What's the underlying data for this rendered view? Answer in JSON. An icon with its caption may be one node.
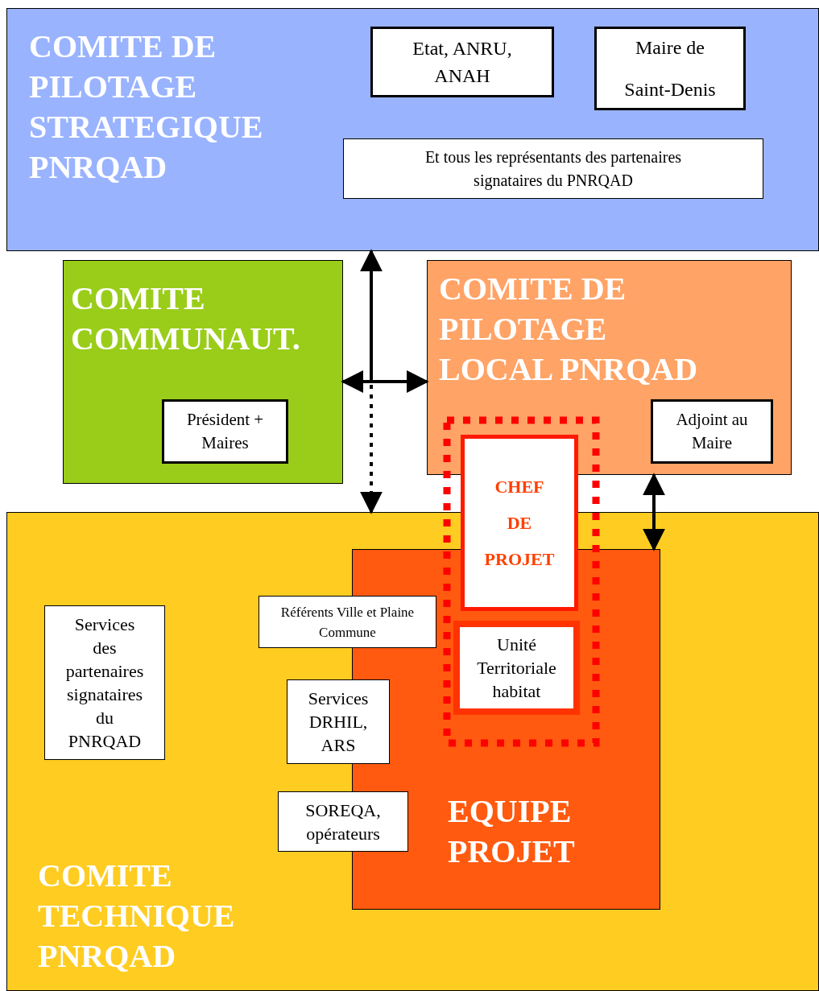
{
  "diagram": {
    "nodes": [
      {
        "text": [
          "COMITE DE PILOTAGE STRATEGIQUE PNRQAD"
        ]
      },
      {
        "text": [
          "Etat, ANRU, ANAH"
        ],
        "in": 0
      },
      {
        "text": [
          "Maire de Saint-Denis"
        ],
        "in": 0
      },
      {
        "text": [
          "Et tous les représentants des partenaires signataires du PNRQAD"
        ],
        "in": 0
      },
      {
        "text": [
          "COMITE COMMUNAUT."
        ]
      },
      {
        "text": [
          "Président + Maires"
        ],
        "in": 4
      },
      {
        "text": [
          "COMITE DE PILOTAGE LOCAL PNRQAD"
        ]
      },
      {
        "text": [
          "Adjoint au Maire"
        ],
        "in": 6
      },
      {
        "text": [
          "COMITE TECHNIQUE PNRQAD"
        ]
      },
      {
        "text": [
          "EQUIPE PROJET"
        ],
        "in": 8
      },
      {
        "text": [],
        "shape": "box"
      },
      {
        "text": [
          "CHEF DE PROJET"
        ],
        "in": 10
      },
      {
        "text": [
          "Unité Territoriale habitat"
        ]
      },
      {
        "text": [
          "Services des partenaires signataires du PNRQAD"
        ],
        "in": 8
      },
      {
        "text": [
          "Référents Ville et Plaine Commune"
        ],
        "in": 8
      },
      {
        "text": [
          "Services DRHIL, ARS"
        ],
        "in": 8
      },
      {
        "text": [
          "SOREQA, opérateurs"
        ],
        "in": 8
      }
    ],
    "edges": [
      {
        "from": 4,
        "to": 6,
        "arrow": "both"
      },
      {
        "from": null,
        "to": 0,
        "arrow": "to"
      },
      {
        "from": null,
        "to": 8,
        "arrow": "to",
        "style": "dashed"
      },
      {
        "from": 6,
        "to": 9,
        "arrow": "both"
      }
    ]
  }
}
